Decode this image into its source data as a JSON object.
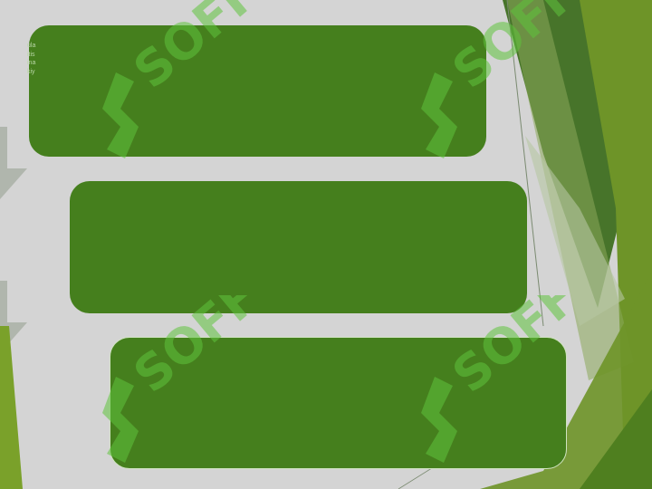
{
  "slide": {
    "colors": {
      "background": "#d4d4d4",
      "panel": "#457f1d",
      "accent_dark": "#3f6f21",
      "accent_light": "#7aa12a",
      "watermark": "#5fc33d"
    },
    "edge_text": "ulaitisinakiy",
    "watermarks": [
      {
        "text": "SOFF",
        "icon": "soff-logo-icon"
      },
      {
        "text": "SOFF",
        "icon": "soff-logo-icon"
      },
      {
        "text": "SOFF",
        "icon": "soff-logo-icon"
      },
      {
        "text": "SOFF",
        "icon": "soff-logo-icon"
      }
    ]
  }
}
